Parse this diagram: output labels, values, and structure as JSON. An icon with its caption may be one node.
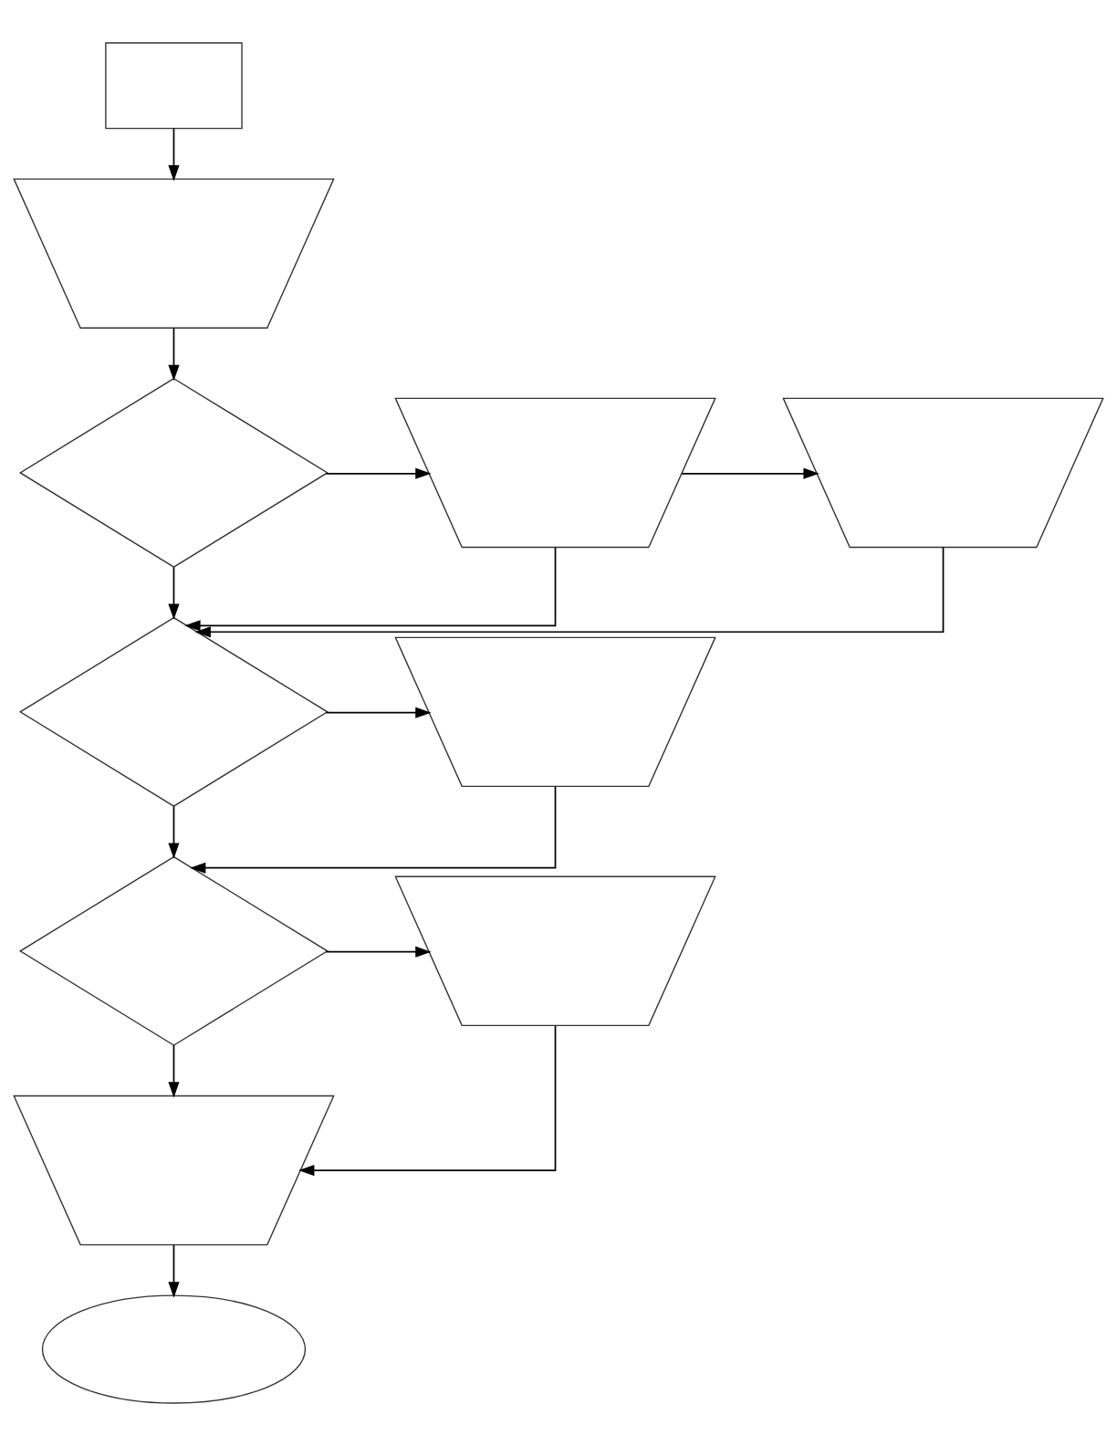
{
  "diagram": {
    "nodes": [
      {
        "text": [],
        "shape": "box"
      },
      {
        "text": [],
        "shape": "trapezium"
      },
      {
        "text": [],
        "shape": "diamond"
      },
      {
        "text": [],
        "shape": "trapezium"
      },
      {
        "text": [],
        "shape": "trapezium"
      },
      {
        "text": [],
        "shape": "diamond"
      },
      {
        "text": [],
        "shape": "trapezium"
      },
      {
        "text": [],
        "shape": "diamond"
      },
      {
        "text": [],
        "shape": "trapezium"
      },
      {
        "text": [],
        "shape": "trapezium"
      },
      {
        "text": [],
        "shape": "oval"
      }
    ],
    "edges": [
      {
        "from": 0,
        "to": 1,
        "arrow": "to"
      },
      {
        "from": 1,
        "to": 2,
        "arrow": "to"
      },
      {
        "from": 2,
        "to": 3,
        "arrow": "to"
      },
      {
        "from": 3,
        "to": 4,
        "arrow": "to"
      },
      {
        "from": 2,
        "to": 5,
        "arrow": "to"
      },
      {
        "from": 3,
        "to": 5,
        "arrow": "to"
      },
      {
        "from": 4,
        "to": 5,
        "arrow": "to"
      },
      {
        "from": 5,
        "to": 6,
        "arrow": "to"
      },
      {
        "from": 5,
        "to": 7,
        "arrow": "to"
      },
      {
        "from": 6,
        "to": 7,
        "arrow": "to"
      },
      {
        "from": 7,
        "to": 8,
        "arrow": "to"
      },
      {
        "from": 7,
        "to": 9,
        "arrow": "to"
      },
      {
        "from": 8,
        "to": 9,
        "arrow": "to"
      },
      {
        "from": 9,
        "to": 10,
        "arrow": "to"
      }
    ]
  }
}
